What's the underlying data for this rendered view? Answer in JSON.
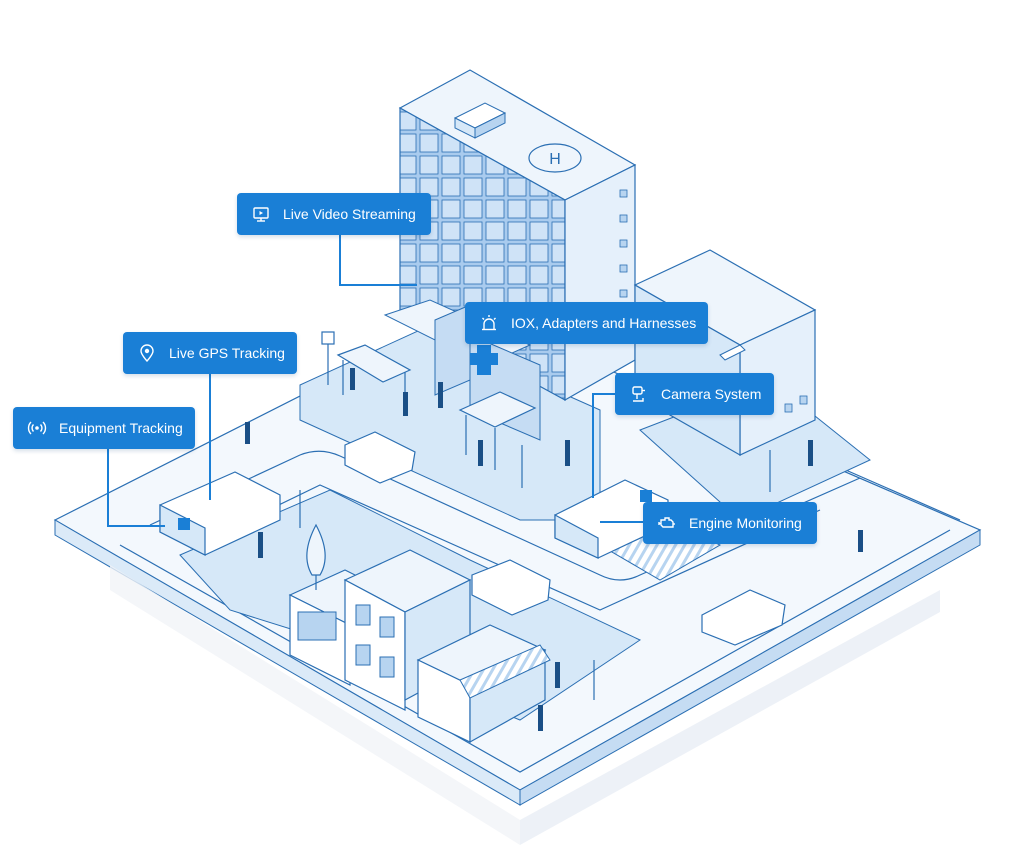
{
  "callouts": [
    {
      "id": "live-video-streaming",
      "label": "Live Video Streaming",
      "icon": "video-monitor-icon"
    },
    {
      "id": "live-gps-tracking",
      "label": "Live GPS Tracking",
      "icon": "map-pin-icon"
    },
    {
      "id": "equipment-tracking",
      "label": "Equipment Tracking",
      "icon": "signal-broadcast-icon"
    },
    {
      "id": "iox-adapters-harnesses",
      "label": "IOX, Adapters and Harnesses",
      "icon": "alarm-beacon-icon"
    },
    {
      "id": "camera-system",
      "label": "Camera System",
      "icon": "camera-icon"
    },
    {
      "id": "engine-monitoring",
      "label": "Engine Monitoring",
      "icon": "engine-icon"
    }
  ],
  "colors": {
    "callout_fill": "#1a7fd6",
    "line_stroke": "#2b6fb3",
    "surface_light": "#eef5fc",
    "surface_mid": "#d6e8f8",
    "surface_dark": "#b7d4f0",
    "glass": "#9cc4ec"
  }
}
